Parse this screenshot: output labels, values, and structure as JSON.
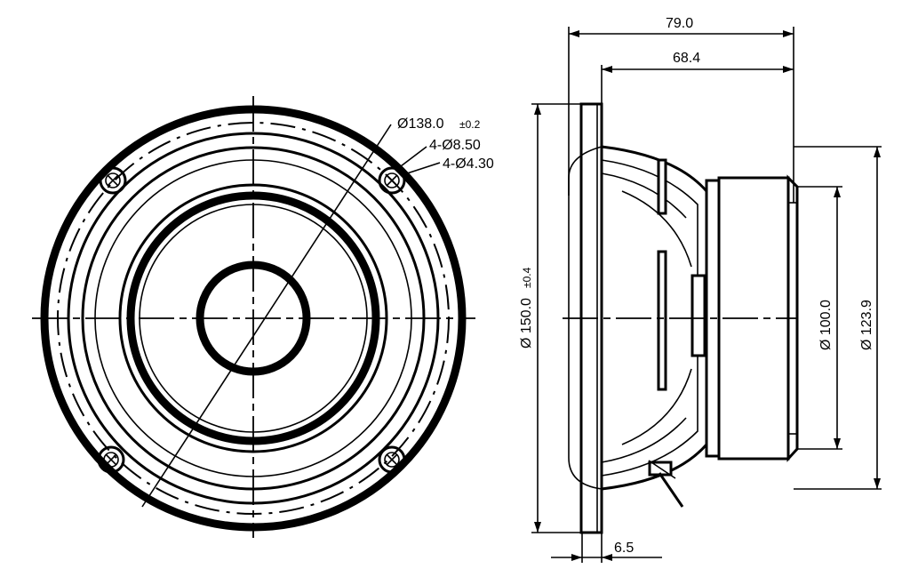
{
  "front_view": {
    "outer_diameter_label": "Ø138.0",
    "outer_diameter_tol": "±0.2",
    "hole_large_label": "4-Ø8.50",
    "hole_small_label": "4-Ø4.30"
  },
  "side_view": {
    "overall_depth": "79.0",
    "depth_to_flange": "68.4",
    "flange_diameter": "Ø 150.0",
    "flange_diameter_tol": "±0.4",
    "magnet_diameter": "Ø 100.0",
    "basket_diameter": "Ø 123.9",
    "flange_thickness": "6.5"
  }
}
